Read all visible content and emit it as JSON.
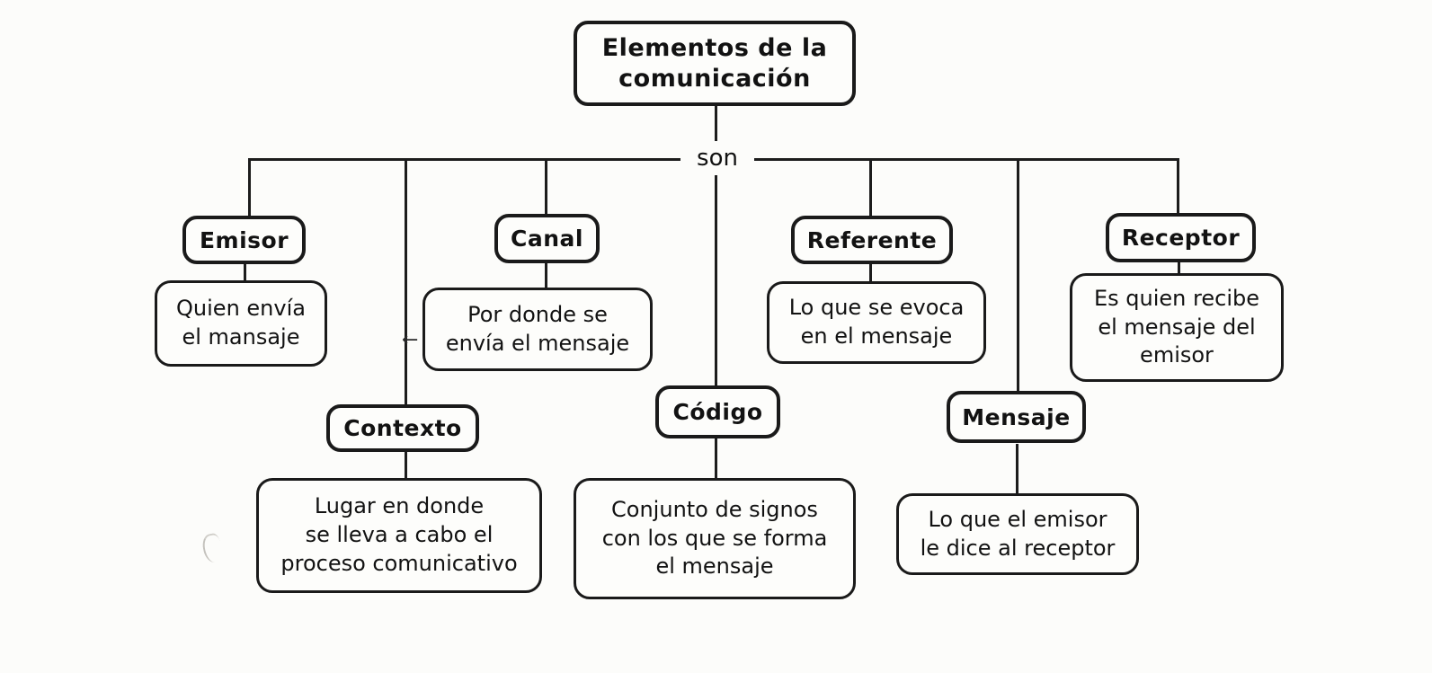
{
  "diagram": {
    "title": "Elementos de la\ncomunicación",
    "connector_label": "son",
    "colors": {
      "ink": "#1a1a1a",
      "paper": "#fcfcfa"
    },
    "artifacts": {
      "stray_arrow": "←"
    },
    "nodes": [
      {
        "id": "emisor",
        "label": "Emisor",
        "description": "Quien envía\nel mansaje"
      },
      {
        "id": "contexto",
        "label": "Contexto",
        "description": "Lugar en donde\nse lleva a cabo el\nproceso comunicativo"
      },
      {
        "id": "canal",
        "label": "Canal",
        "description": "Por donde se\nenvía el mensaje"
      },
      {
        "id": "codigo",
        "label": "Código",
        "description": "Conjunto de signos\ncon los que se forma\nel mensaje"
      },
      {
        "id": "referente",
        "label": "Referente",
        "description": "Lo que se evoca\nen el mensaje"
      },
      {
        "id": "mensaje",
        "label": "Mensaje",
        "description": "Lo que el emisor\nle dice al receptor"
      },
      {
        "id": "receptor",
        "label": "Receptor",
        "description": "Es quien recibe\nel mensaje del\nemisor"
      }
    ]
  }
}
